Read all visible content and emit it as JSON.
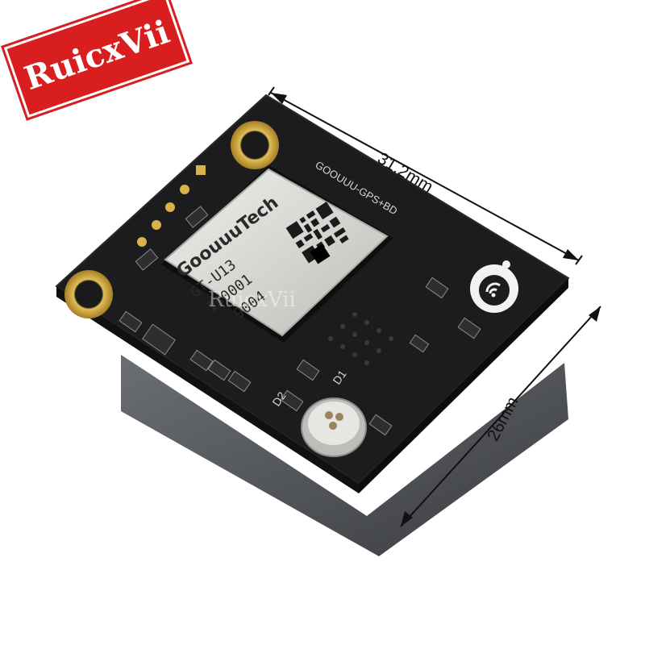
{
  "brand_badge": {
    "text": "RuicxVii"
  },
  "dimensions": {
    "width": "31.2mm",
    "height": "26mm"
  },
  "board": {
    "silkscreen_model": "GOOUUU-GPS+BD",
    "module_brand": "GoouuuTech",
    "module_model": "GT-U13",
    "module_code_1": "130001",
    "module_code_2": "9004",
    "labels": {
      "d1": "D1",
      "d2": "D2"
    }
  },
  "watermark": {
    "text": "RuicxVii"
  },
  "colors": {
    "pcb": "#1c1c1e",
    "pad_gold": "#c9a23a",
    "badge": "#d81e1e",
    "shield": "#d8d8d4"
  }
}
